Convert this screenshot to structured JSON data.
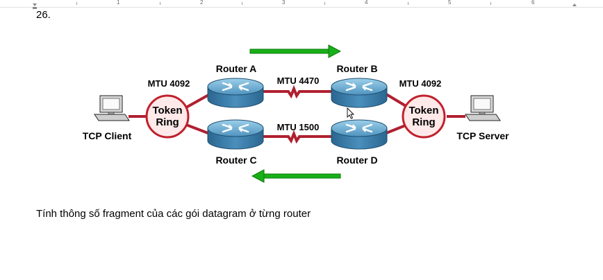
{
  "ruler": {
    "labels": [
      "1",
      "2",
      "3",
      "4",
      "5",
      "6"
    ]
  },
  "document": {
    "question_number": "26.",
    "instruction": "Tính thông số fragment của các gói datagram ở từng router"
  },
  "diagram": {
    "tcp_client": "TCP Client",
    "tcp_server": "TCP Server",
    "token_ring_left": {
      "line1": "Token",
      "line2": "Ring"
    },
    "token_ring_right": {
      "line1": "Token",
      "line2": "Ring"
    },
    "mtu_left": "MTU 4092",
    "mtu_right": "MTU 4092",
    "mtu_top": "MTU 4470",
    "mtu_bottom": "MTU 1500",
    "router_a": "Router A",
    "router_b": "Router B",
    "router_c": "Router C",
    "router_d": "Router D",
    "colors": {
      "link": "#b02030",
      "ring_fill": "#ffe9e9",
      "ring_stroke": "#c0202c",
      "router_top": "#5fa3cc",
      "router_side": "#2f6e98",
      "arrow": "#18b018",
      "arrow_border": "#0a7a0a"
    }
  }
}
